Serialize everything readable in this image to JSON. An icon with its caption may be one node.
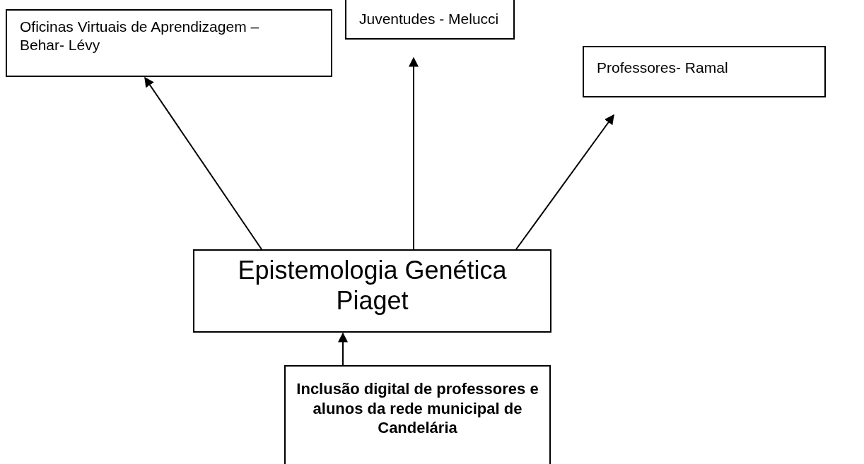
{
  "diagram": {
    "nodes": [
      {
        "text": [
          "Oficinas Virtuais de Aprendizagem –Behar- Lévy"
        ]
      },
      {
        "text": [
          "Juventudes - Melucci"
        ]
      },
      {
        "text": [
          "Professores- Ramal"
        ]
      },
      {
        "text": [
          "Epistemologia Genética Piaget"
        ]
      },
      {
        "text": [
          "Inclusão digital de professores e alunos da rede municipal de Candelária"
        ]
      }
    ],
    "edges": [
      {
        "from": 3,
        "to": 0,
        "arrow": "to"
      },
      {
        "from": 3,
        "to": 1,
        "arrow": "to"
      },
      {
        "from": 3,
        "to": 2,
        "arrow": "to"
      },
      {
        "from": 4,
        "to": 3,
        "arrow": "to"
      }
    ]
  }
}
